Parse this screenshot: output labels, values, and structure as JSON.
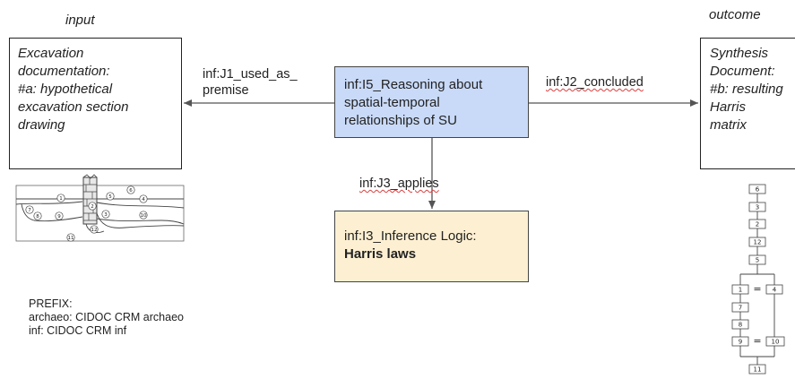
{
  "headings": {
    "input": "input",
    "outcome": "outcome"
  },
  "input_box": {
    "lines": [
      "Excavation",
      "documentation:",
      "#a: hypothetical",
      "excavation section",
      "drawing"
    ]
  },
  "outcome_box": {
    "lines": [
      "Synthesis",
      "Document:",
      "#b: resulting",
      "Harris",
      "matrix"
    ]
  },
  "reasoning_box": {
    "lines": [
      "inf:I5_Reasoning about",
      "spatial-temporal",
      "relationships of SU"
    ]
  },
  "logic_box": {
    "line1": "inf:I3_Inference Logic:",
    "line2": "Harris laws"
  },
  "edges": {
    "used_as_premise": {
      "line1": "inf:J1_used_as_",
      "line2": "premise"
    },
    "concluded": "inf:J2_concluded",
    "applies": "inf:J3_applies"
  },
  "prefix": {
    "title": "PREFIX:",
    "lines": [
      "archaeo: CIDOC CRM archaeo",
      "inf: CIDOC CRM inf"
    ]
  },
  "section_drawing": {
    "unit_labels": [
      "1",
      "2",
      "3",
      "4",
      "5",
      "6",
      "7",
      "8",
      "9",
      "10",
      "11",
      "12"
    ]
  },
  "harris_matrix": {
    "nodes": [
      "6",
      "3",
      "2",
      "12",
      "5",
      "1",
      "4",
      "7",
      "8",
      "9",
      "10",
      "11"
    ],
    "equal_sign": "="
  },
  "colors": {
    "reasoning_fill": "#c9daf8",
    "logic_fill": "#fdf0d2",
    "squiggle": "#d94040",
    "arrow": "#555555"
  }
}
